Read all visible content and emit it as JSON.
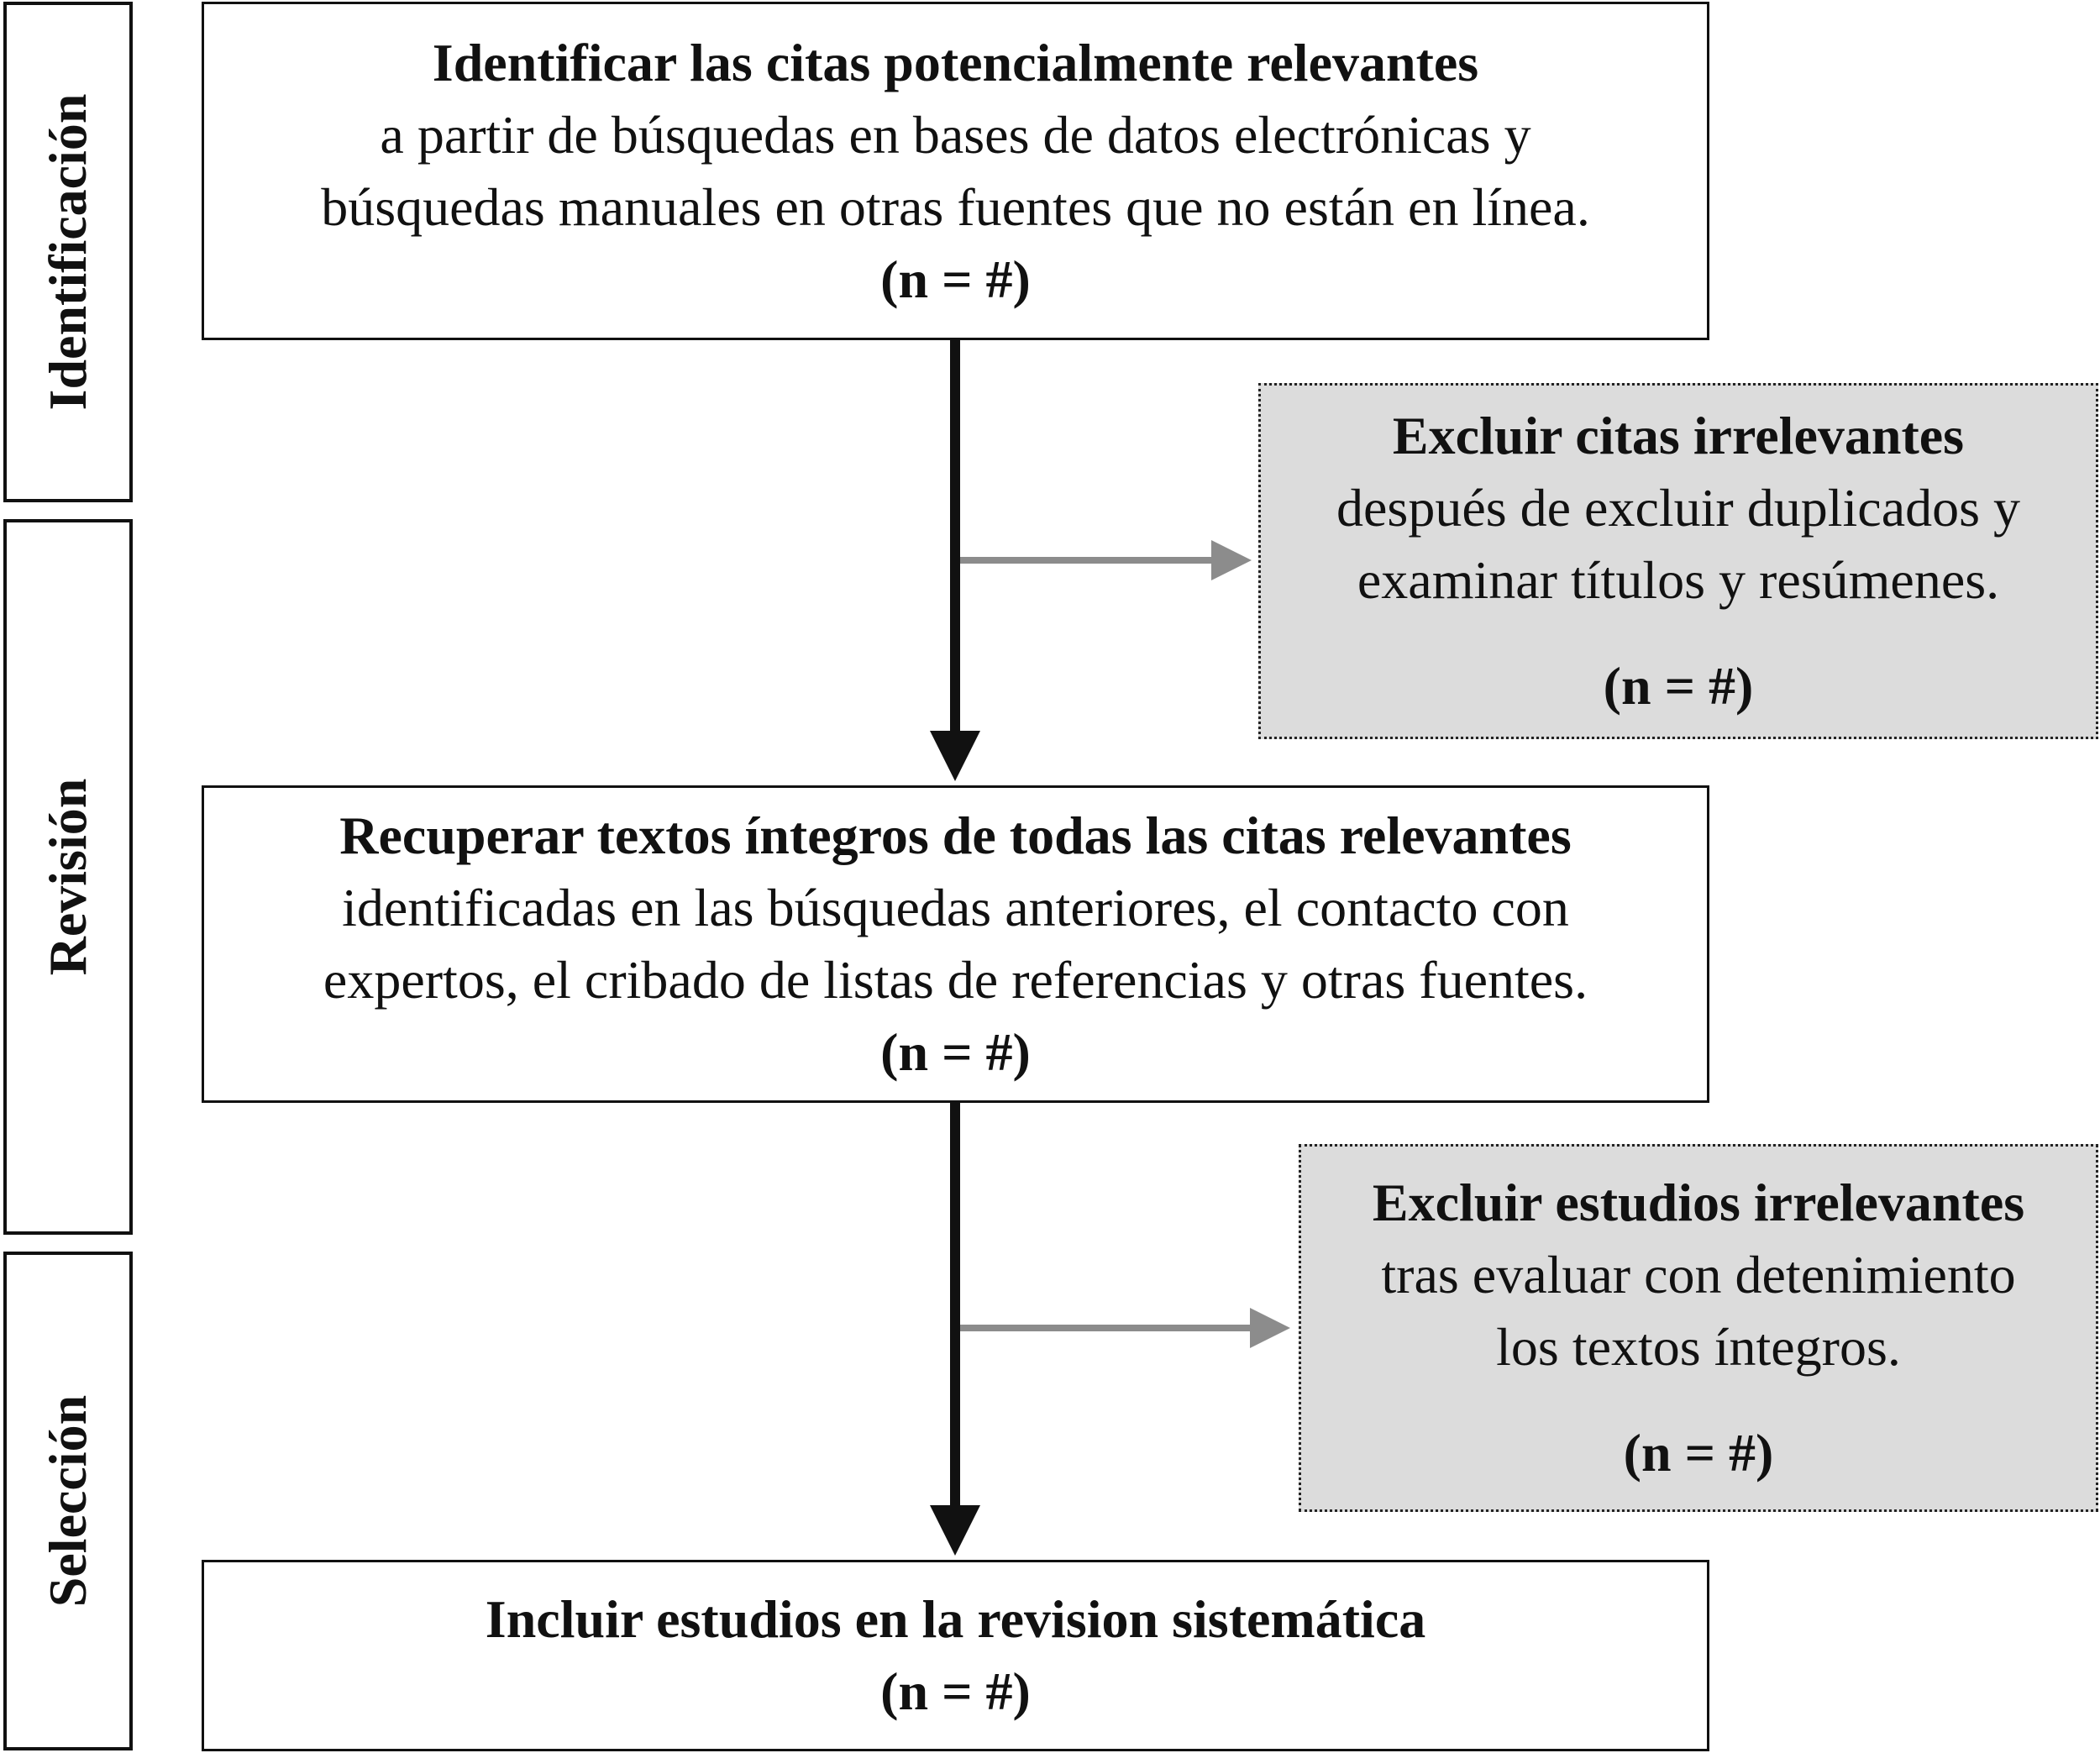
{
  "phases": [
    {
      "label": "Identificación"
    },
    {
      "label": "Revisión"
    },
    {
      "label": "Selección"
    }
  ],
  "boxes": {
    "identify": {
      "title": "Identificar las citas potencialmente relevantes",
      "line1": "a partir de búsquedas en bases de datos electrónicas y",
      "line2": "búsquedas manuales en otras fuentes que no están en línea.",
      "count": "(n = #)"
    },
    "exclude_citations": {
      "title": "Excluir citas irrelevantes",
      "line1": "después de excluir duplicados y",
      "line2": "examinar títulos y resúmenes.",
      "count": "(n = #)"
    },
    "retrieve": {
      "title": "Recuperar textos íntegros de todas las citas relevantes",
      "line1": "identificadas en las búsquedas anteriores, el contacto con",
      "line2": "expertos, el cribado de listas de referencias y otras fuentes.",
      "count": "(n = #)"
    },
    "exclude_studies": {
      "title": "Excluir estudios irrelevantes",
      "line1": "tras evaluar con detenimiento",
      "line2": "los textos íntegros.",
      "count": "(n = #)"
    },
    "include": {
      "title": "Incluir estudios en la revision sistemática",
      "count": "(n = #)"
    }
  },
  "colors": {
    "main_arrow": "#111111",
    "side_arrow": "#8c8c8c",
    "exclusion_fill": "#dcdcdc"
  }
}
